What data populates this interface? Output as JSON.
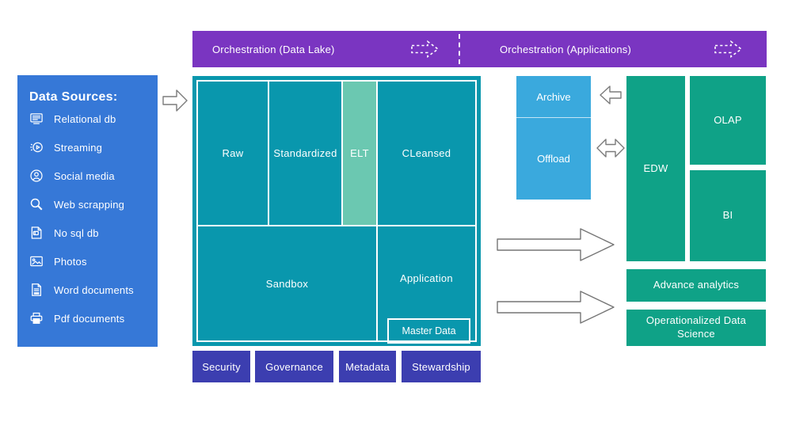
{
  "header": {
    "data_lake_label": "Orchestration (Data Lake)",
    "applications_label": "Orchestration (Applications)"
  },
  "data_sources": {
    "title": "Data Sources:",
    "items": [
      {
        "icon": "relational-db-icon",
        "label": "Relational db"
      },
      {
        "icon": "streaming-icon",
        "label": "Streaming"
      },
      {
        "icon": "social-media-icon",
        "label": "Social media"
      },
      {
        "icon": "web-scraping-icon",
        "label": "Web scrapping"
      },
      {
        "icon": "nosql-db-icon",
        "label": "No sql db"
      },
      {
        "icon": "photos-icon",
        "label": "Photos"
      },
      {
        "icon": "word-documents-icon",
        "label": "Word documents"
      },
      {
        "icon": "pdf-documents-icon",
        "label": "Pdf documents"
      }
    ]
  },
  "data_lake": {
    "raw": "Raw",
    "standardized": "Standardized",
    "elt": "ELT",
    "cleansed": "CLeansed",
    "sandbox": "Sandbox",
    "application": "Application",
    "master_data": "Master Data"
  },
  "governance": {
    "items": [
      "Security",
      "Governance",
      "Metadata",
      "Stewardship"
    ]
  },
  "applications": {
    "archive": "Archive",
    "offload": "Offload",
    "edw": "EDW",
    "olap": "OLAP",
    "bi": "BI",
    "advance_analytics": "Advance analytics",
    "operationalized_data_science": "Operationalized Data Science"
  },
  "colors": {
    "header_purple": "#7A35C1",
    "sidebar_blue": "#3678D7",
    "lake_teal": "#0997AD",
    "elt_green": "#6BC8B1",
    "archive_blue": "#3AA9DD",
    "apps_green": "#0FA287",
    "governance_indigo": "#3C3EB0",
    "arrow_gray": "#7B7B7B",
    "text_white": "#FFFFFF"
  }
}
